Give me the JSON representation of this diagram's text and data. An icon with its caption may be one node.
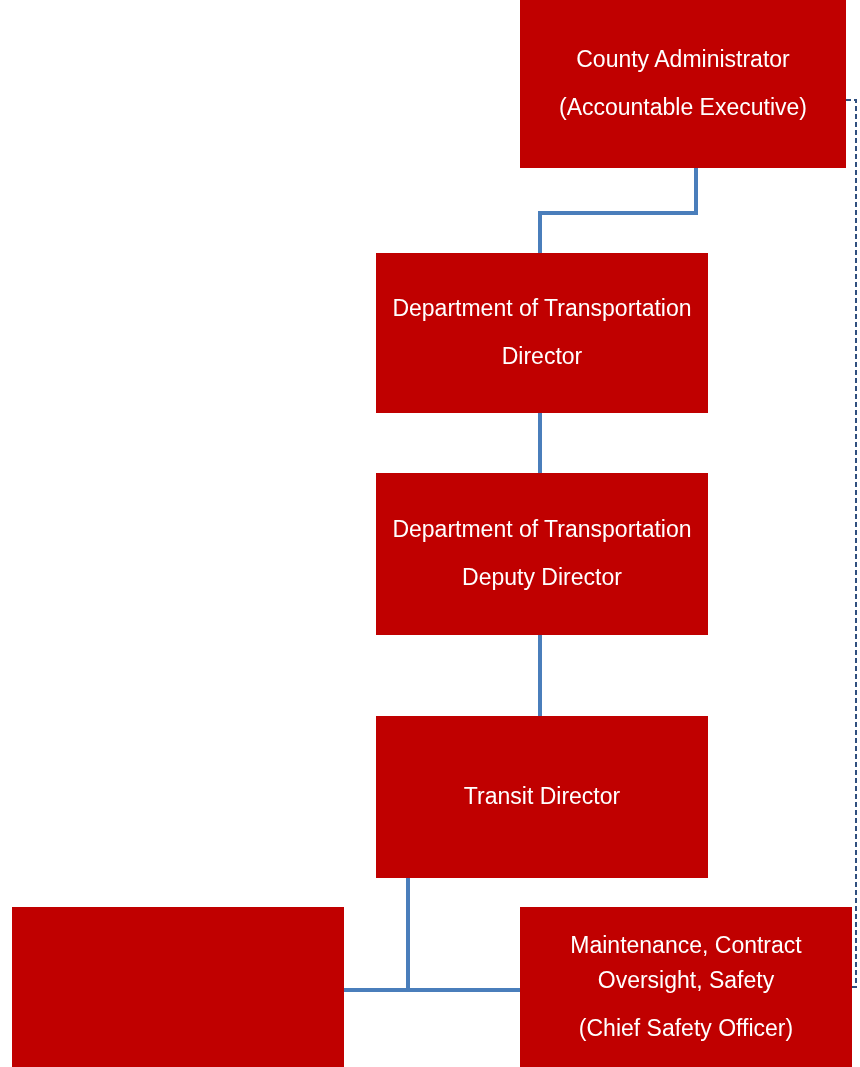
{
  "diagram": {
    "nodes": [
      {
        "text": [
          "County Administrator",
          "(Accountable Executive)"
        ]
      },
      {
        "text": [
          "Department of Transportation",
          "Director"
        ]
      },
      {
        "text": [
          "Department of Transportation",
          "Deputy Director"
        ]
      },
      {
        "text": [
          "Transit Director"
        ]
      },
      {
        "text": [],
        "shape": "box"
      },
      {
        "text": [
          "Maintenance, Contract Oversight, Safety",
          "(Chief Safety Officer)"
        ]
      }
    ],
    "edges": [
      {
        "from": 0,
        "to": 1,
        "arrow": "none"
      },
      {
        "from": 1,
        "to": 2,
        "arrow": "none"
      },
      {
        "from": 2,
        "to": 3,
        "arrow": "none"
      },
      {
        "from": 3,
        "to": 4,
        "arrow": "none"
      },
      {
        "from": 3,
        "to": 5,
        "arrow": "none"
      },
      {
        "from": 0,
        "to": 5,
        "arrow": "none",
        "style": "dashed"
      }
    ]
  }
}
